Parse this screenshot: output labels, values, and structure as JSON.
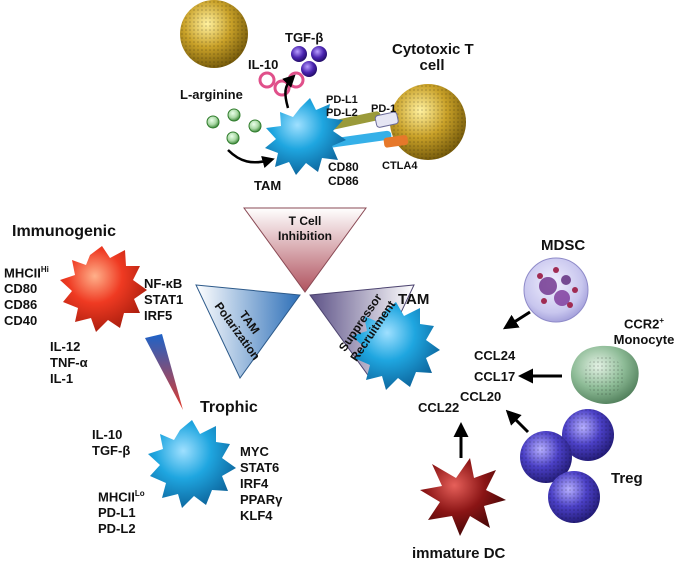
{
  "top": {
    "tgf_beta": "TGF-β",
    "il10": "IL-10",
    "cytotoxic_t_cell": [
      "Cytotoxic T",
      "cell"
    ],
    "l_arginine": "L-arginine",
    "pd_l1": "PD-L1",
    "pd_l2": "PD-L2",
    "pd_1": "PD-1",
    "tam": "TAM",
    "cd80": "CD80",
    "cd86": "CD86",
    "ctla4": "CTLA4"
  },
  "center": {
    "t_cell_inhibition": [
      "T Cell",
      "Inhibition"
    ],
    "tam_polarization": [
      "TAM",
      "Polarization"
    ],
    "suppressor_recruitment": [
      "Suppressor",
      "Recruitment"
    ]
  },
  "left": {
    "immunogenic_title": "Immunogenic",
    "immunogenic_markers": [
      "MHCII",
      "CD80",
      "CD86",
      "CD40"
    ],
    "mhcii_hi_sup": "Hi",
    "immunogenic_tf": [
      "NF-κB",
      "STAT1",
      "IRF5"
    ],
    "immunogenic_cytokines": [
      "IL-12",
      "TNF-α",
      "IL-1"
    ],
    "trophic_title": "Trophic",
    "trophic_cytokines": [
      "IL-10",
      "TGF-β"
    ],
    "trophic_markers": [
      "MHCII",
      "PD-L1",
      "PD-L2"
    ],
    "mhcii_lo_sup": "Lo",
    "trophic_tf": [
      "MYC",
      "STAT6",
      "IRF4",
      "PPARγ",
      "KLF4"
    ]
  },
  "right": {
    "tam": "TAM",
    "mdsc": "MDSC",
    "ccr2_monocyte": [
      "CCR2",
      "Monocyte"
    ],
    "ccr2_sup": "+",
    "chemokines": [
      "CCL24",
      "CCL17",
      "CCL20",
      "CCL22"
    ],
    "treg": "Treg",
    "immature_dc": "immature DC"
  },
  "colors": {
    "tam_blue": "#1a9bd6",
    "immunogenic_red": "#e8331c",
    "tcell_gold": "#c29a1c",
    "treg_purple": "#4a3fbf",
    "dc_darkred": "#7a1010",
    "monocyte_green": "#7fae8a",
    "mdsc_lilac": "#c7c6ea",
    "larginine_green": "#3d8f3a",
    "tgf_purple": "#3b1e8f",
    "il10_pink": "#e0508a",
    "tri_top": "#b0525e",
    "tri_left": "#2d6fb8",
    "tri_right": "#6a5f8f"
  }
}
